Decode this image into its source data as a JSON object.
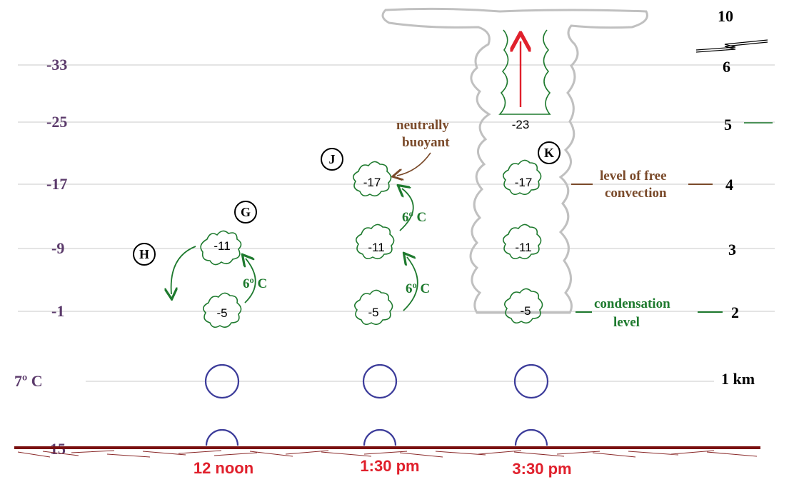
{
  "temperature_labels": [
    "-33",
    "-25",
    "-17",
    "-9",
    "-1",
    "7º C",
    "15"
  ],
  "altitude_labels": [
    "10",
    "6",
    "5",
    "4",
    "3",
    "2",
    "1 km"
  ],
  "time_labels": [
    "12 noon",
    "1:30 pm",
    "3:30 pm"
  ],
  "parcels": {
    "noon": [
      "-11",
      "-5"
    ],
    "mid": [
      "-17",
      "-11",
      "-5"
    ],
    "late": [
      "-23",
      "-17",
      "-11",
      "-5"
    ]
  },
  "lapse_labels": [
    "6º C",
    "6º C",
    "6º C"
  ],
  "point_letters": [
    "G",
    "H",
    "J",
    "K"
  ],
  "annotations": {
    "neutral_line1": "neutrally",
    "neutral_line2": "buoyant",
    "lfc_line1": "level of free",
    "lfc_line2": "convection",
    "cond_line1": "condensation",
    "cond_line2": "level"
  },
  "colors": {
    "parcel": "#1e7a2e",
    "bubble": "#3c3c9a",
    "time": "#e0202c",
    "temperature": "#5b3a6b",
    "ground": "#7a1010",
    "updraft": "#e0202c",
    "cloud": "#c0c0c0"
  }
}
